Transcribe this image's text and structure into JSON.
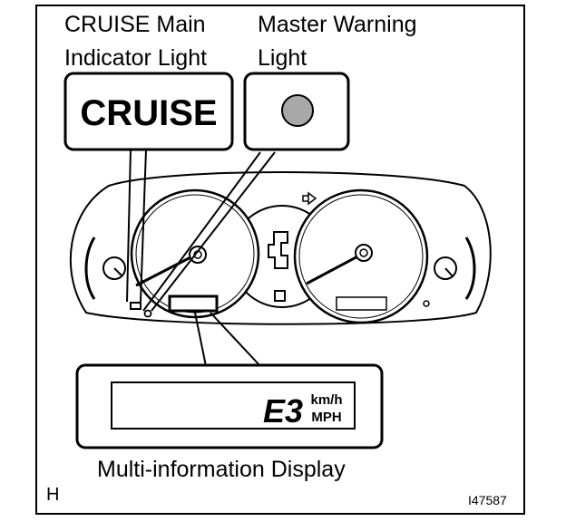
{
  "labels": {
    "cruise_line1": "CRUISE Main",
    "cruise_line2": "Indicator Light",
    "master_line1": "Master Warning",
    "master_line2": "Light",
    "display": "Multi-information Display",
    "corner_letter": "H",
    "figure_id": "I47587"
  },
  "callouts": {
    "cruise_text": "CRUISE",
    "display_value": "E3",
    "unit_top": "km/h",
    "unit_bottom": "MPH"
  },
  "colors": {
    "line": "#000000",
    "background": "#ffffff",
    "warning_lamp": "#a8a8a8"
  }
}
